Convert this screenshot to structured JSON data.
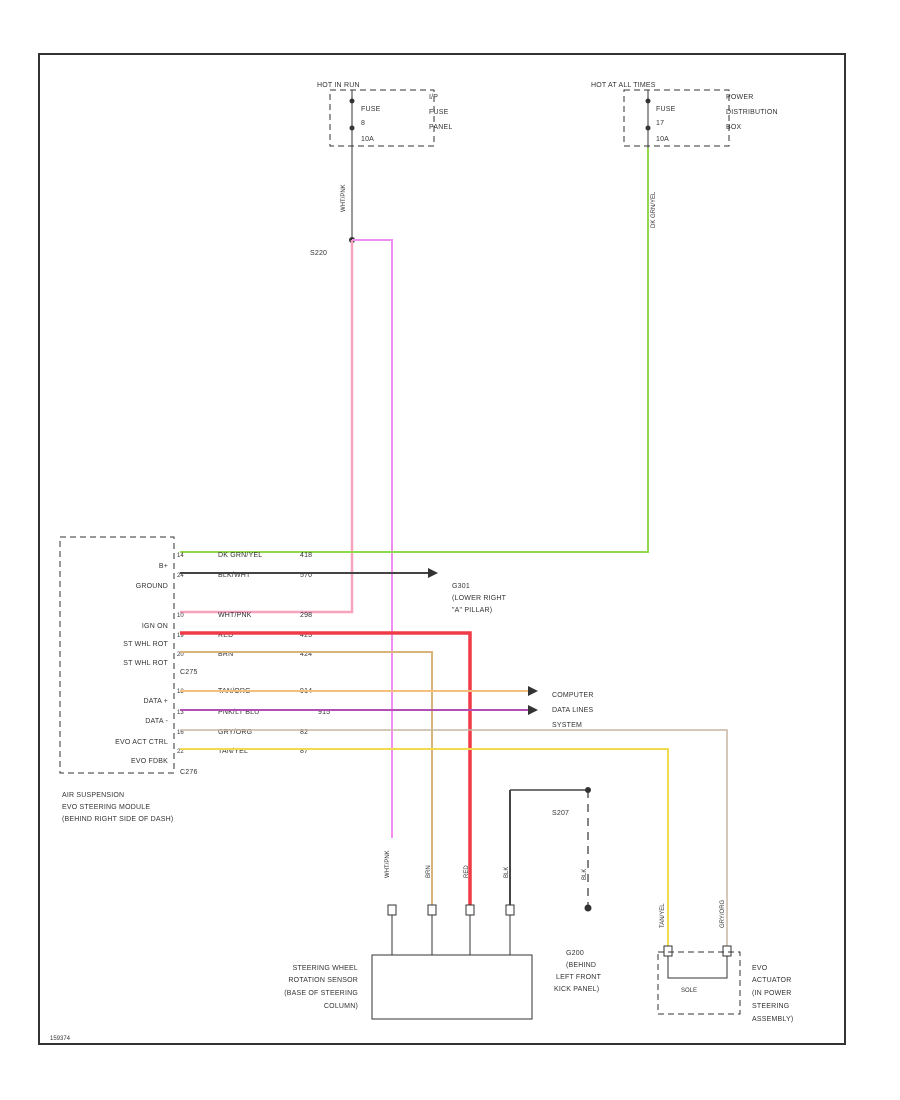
{
  "top_left": {
    "hot_label": "HOT IN RUN",
    "fuse": [
      "FUSE",
      "8",
      "10A"
    ],
    "panel": [
      "I/P",
      "FUSE",
      "PANEL"
    ],
    "wire": "WHT/PNK"
  },
  "top_right": {
    "hot_label": "HOT AT ALL TIMES",
    "fuse": [
      "FUSE",
      "17",
      "10A"
    ],
    "panel": [
      "POWER",
      "DISTRIBUTION",
      "BOX"
    ],
    "wire": "DK GRN/YEL"
  },
  "splice": "S220",
  "module": {
    "pins": [
      "B+",
      "GROUND",
      "IGN ON",
      "ST WHL ROT",
      "ST WHL ROT",
      "DATA +",
      "DATA -",
      "EVO ACT CTRL",
      "EVO FDBK"
    ],
    "pin_nums": [
      "14",
      "24",
      "10",
      "19",
      "20",
      "12",
      "13",
      "16",
      "22"
    ],
    "wires": [
      {
        "color": "DK GRN/YEL",
        "circuit": "418"
      },
      {
        "color": "BLK/WHT",
        "circuit": "570"
      },
      {
        "color": "WHT/PNK",
        "circuit": "298"
      },
      {
        "color": "RED",
        "circuit": "423"
      },
      {
        "color": "BRN",
        "circuit": "424"
      },
      {
        "color": "TAN/ORG",
        "circuit": "914"
      },
      {
        "color": "PNK/LT BLU",
        "circuit": "915"
      },
      {
        "color": "GRY/ORG",
        "circuit": "82"
      },
      {
        "color": "TAN/YEL",
        "circuit": "87"
      }
    ],
    "connector_a": "C275",
    "connector_b": "C276",
    "label": [
      "AIR SUSPENSION",
      "EVO STEERING MODULE",
      "(BEHIND RIGHT SIDE OF DASH)"
    ]
  },
  "ground_g301": [
    "G301",
    "(LOWER RIGHT",
    "\"A\" PILLAR)"
  ],
  "computer_data": [
    "COMPUTER",
    "DATA LINES",
    "SYSTEM"
  ],
  "sensor": {
    "label": [
      "STEERING WHEEL",
      "ROTATION SENSOR",
      "(BASE OF STEERING",
      "COLUMN)"
    ],
    "wires": [
      "WHT/PNK",
      "BRN",
      "RED",
      "BLK"
    ]
  },
  "ground_g200": {
    "splice": "S207",
    "label": [
      "G200",
      "(BEHIND",
      "LEFT FRONT",
      "KICK PANEL)"
    ],
    "wire": "BLK"
  },
  "actuator": {
    "label": [
      "EVO",
      "ACTUATOR",
      "(IN POWER",
      "STEERING",
      "ASSEMBLY)"
    ],
    "inner": "SOLE",
    "wires": [
      "TAN/YEL",
      "GRY/ORG"
    ]
  },
  "footer_code": "159374",
  "colors": {
    "green": "#8fd94a",
    "pink": "#f7a3bd",
    "magenta": "#ee8ff0",
    "red": "#ee3b47",
    "tan": "#d8b47a",
    "orange": "#f5c07c",
    "purple": "#b24fb4",
    "yellow": "#f1da4e",
    "gray": "#c8b6a1",
    "black": "#444444"
  }
}
